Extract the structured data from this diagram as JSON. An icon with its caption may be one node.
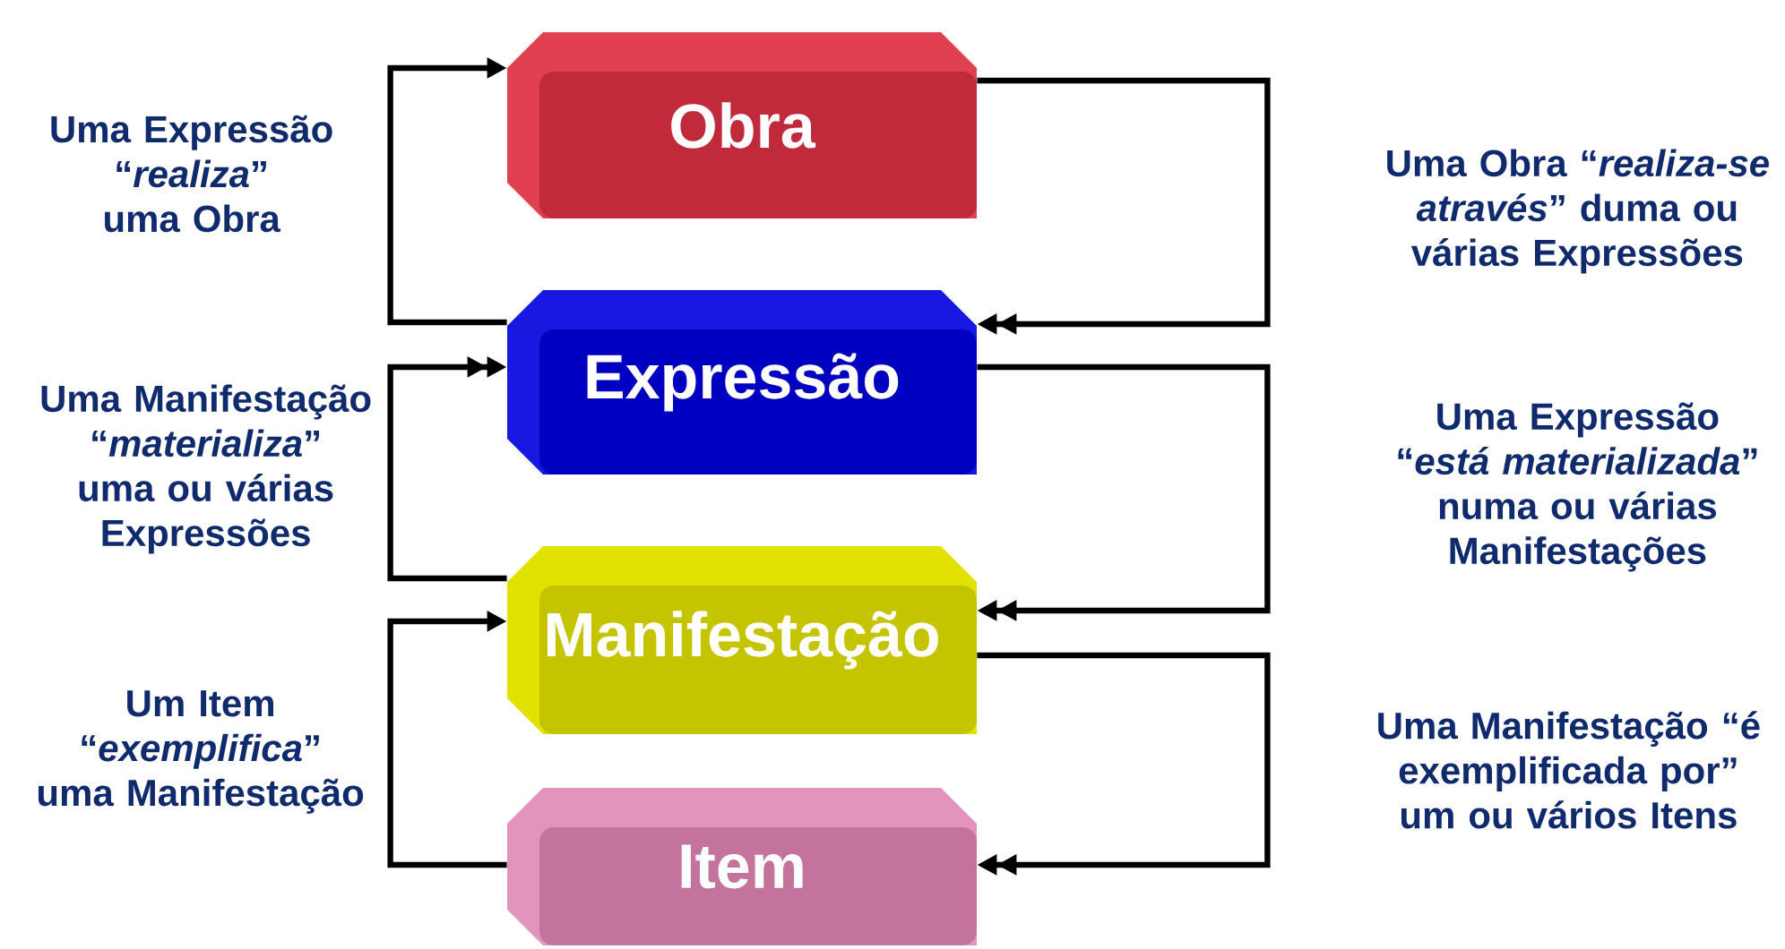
{
  "diagram": {
    "nodes": [
      {
        "text": [
          "Obra"
        ]
      },
      {
        "text": [
          "Expressão"
        ]
      },
      {
        "text": [
          "Manifestação"
        ]
      },
      {
        "text": [
          "Item"
        ]
      }
    ],
    "edges": [
      {
        "from": 1,
        "to": 0,
        "arrow": "to",
        "label": "Uma Expressão “*realiza*” uma Obra"
      },
      {
        "from": 2,
        "to": 1,
        "arrow": "to",
        "label": "Uma Manifestação “*materializa*” uma ou várias Expressões"
      },
      {
        "from": 3,
        "to": 2,
        "arrow": "to",
        "label": "Um Item “*exemplifica*” uma Manifestação"
      },
      {
        "from": 0,
        "to": 1,
        "arrow": "to",
        "label": "Uma Obra “*realiza-se através*” duma ou várias Expressões"
      },
      {
        "from": 1,
        "to": 2,
        "arrow": "to",
        "label": "Uma Expressão “*está materializada*” numa ou várias Manifestações"
      },
      {
        "from": 2,
        "to": 3,
        "arrow": "to",
        "label": "Uma Manifestação “é exemplificada por” um ou vários Itens"
      }
    ]
  }
}
